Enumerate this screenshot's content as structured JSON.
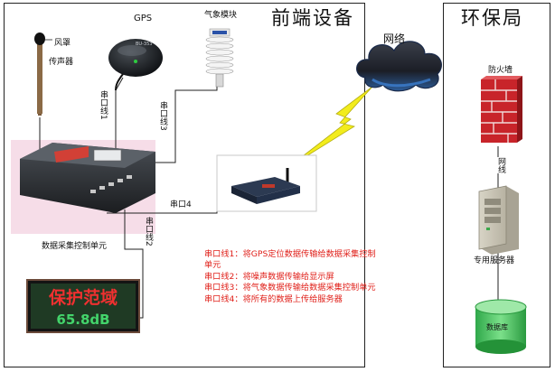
{
  "regions": {
    "frontend_title": "前端设备",
    "bureau_title": "环保局"
  },
  "devices": {
    "gps": "GPS",
    "weather": "气象模块",
    "mic_line1": "风罩",
    "mic_line2": "传声器",
    "collector": "数据采集控制单元",
    "network": "网络",
    "firewall": "防火墙",
    "server": "专用服务器",
    "database": "数据库",
    "led_top": "保护范域",
    "led_bottom": "65.8dB",
    "gps_brand": "BU-353"
  },
  "links": {
    "serial1": "串口线1",
    "serial2": "串口线2",
    "serial3": "串口线3",
    "serial4": "串口4",
    "lan": "网线"
  },
  "descriptions": [
    "串口线1：将GPS定位数据传输给数据采集控制单元",
    "串口线2：将噪声数据传输给显示屏",
    "串口线3：将气象数据传输给数据采集控制单元",
    "串口线4：将所有的数据上传给服务器"
  ],
  "colors": {
    "description_text": "#e0201a",
    "lightning": "#f2ec1c",
    "led_text": "#f03030",
    "firewall_brick": "#c8242a"
  }
}
